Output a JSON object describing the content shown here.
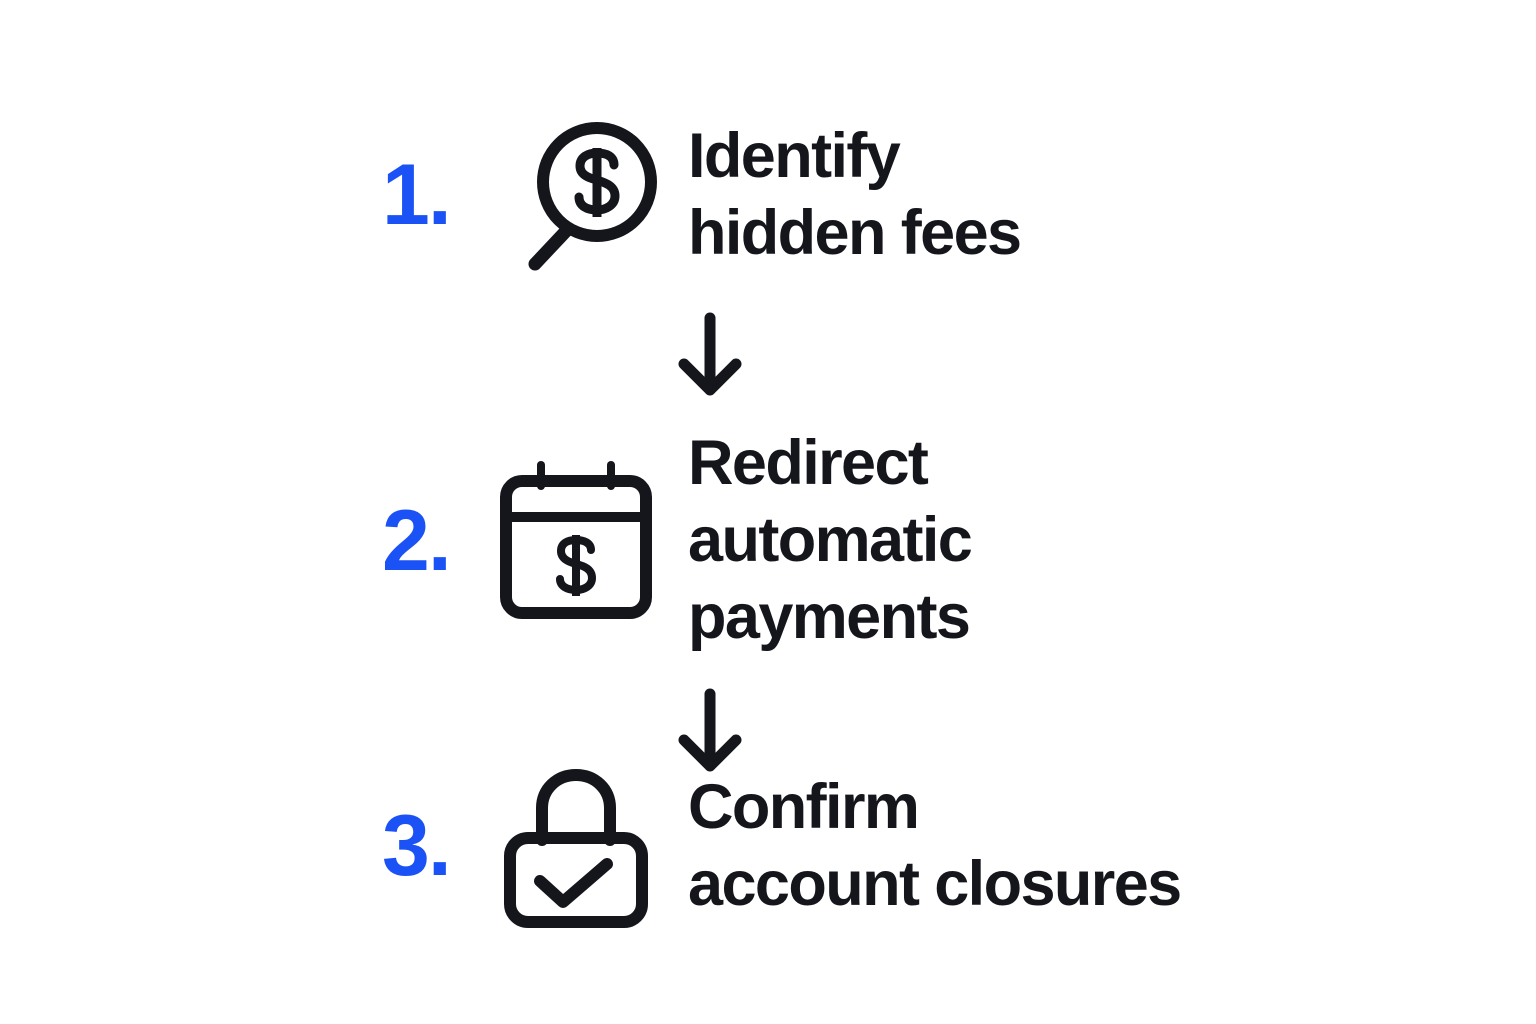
{
  "page": {
    "title": "Three step account cleanup process",
    "background_color": "#ffffff",
    "accent_color": "#1a52f5",
    "text_color": "#14161c",
    "icon_stroke_color": "#14161c"
  },
  "steps": [
    {
      "number": "1.",
      "icon": "magnifier-dollar-icon",
      "label": "Identify\nhidden fees"
    },
    {
      "number": "2.",
      "icon": "calendar-dollar-icon",
      "label": "Redirect\nautomatic\npayments"
    },
    {
      "number": "3.",
      "icon": "lock-check-icon",
      "label": "Confirm\naccount closures"
    }
  ],
  "connectors": [
    {
      "icon": "arrow-down-icon",
      "from_step": "1.",
      "to_step": "2."
    },
    {
      "icon": "arrow-down-icon",
      "from_step": "2.",
      "to_step": "3."
    }
  ]
}
